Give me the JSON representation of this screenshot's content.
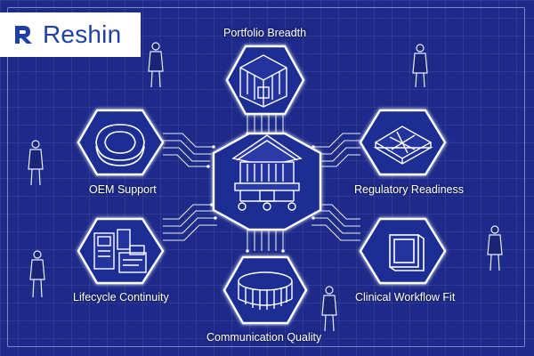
{
  "brand": {
    "name": "Reshin",
    "color": "#1e3fa5"
  },
  "hub": {
    "icon": "medical-cart-icon"
  },
  "nodes": [
    {
      "id": "portfolio",
      "label": "Portfolio Breadth",
      "icon": "cube-stack-icon"
    },
    {
      "id": "oem",
      "label": "OEM Support",
      "icon": "cushion-ring-icon"
    },
    {
      "id": "regulatory",
      "label": "Regulatory Readiness",
      "icon": "certified-tray-icon"
    },
    {
      "id": "lifecycle",
      "label": "Lifecycle Continuity",
      "icon": "device-modules-icon"
    },
    {
      "id": "workflow",
      "label": "Clinical Workflow Fit",
      "icon": "monitor-frame-icon"
    },
    {
      "id": "communication",
      "label": "Communication Quality",
      "icon": "cylinder-band-icon"
    }
  ],
  "colors": {
    "background": "#1d2a8a",
    "line": "#ffffff",
    "glow": "#8fb4ff"
  }
}
